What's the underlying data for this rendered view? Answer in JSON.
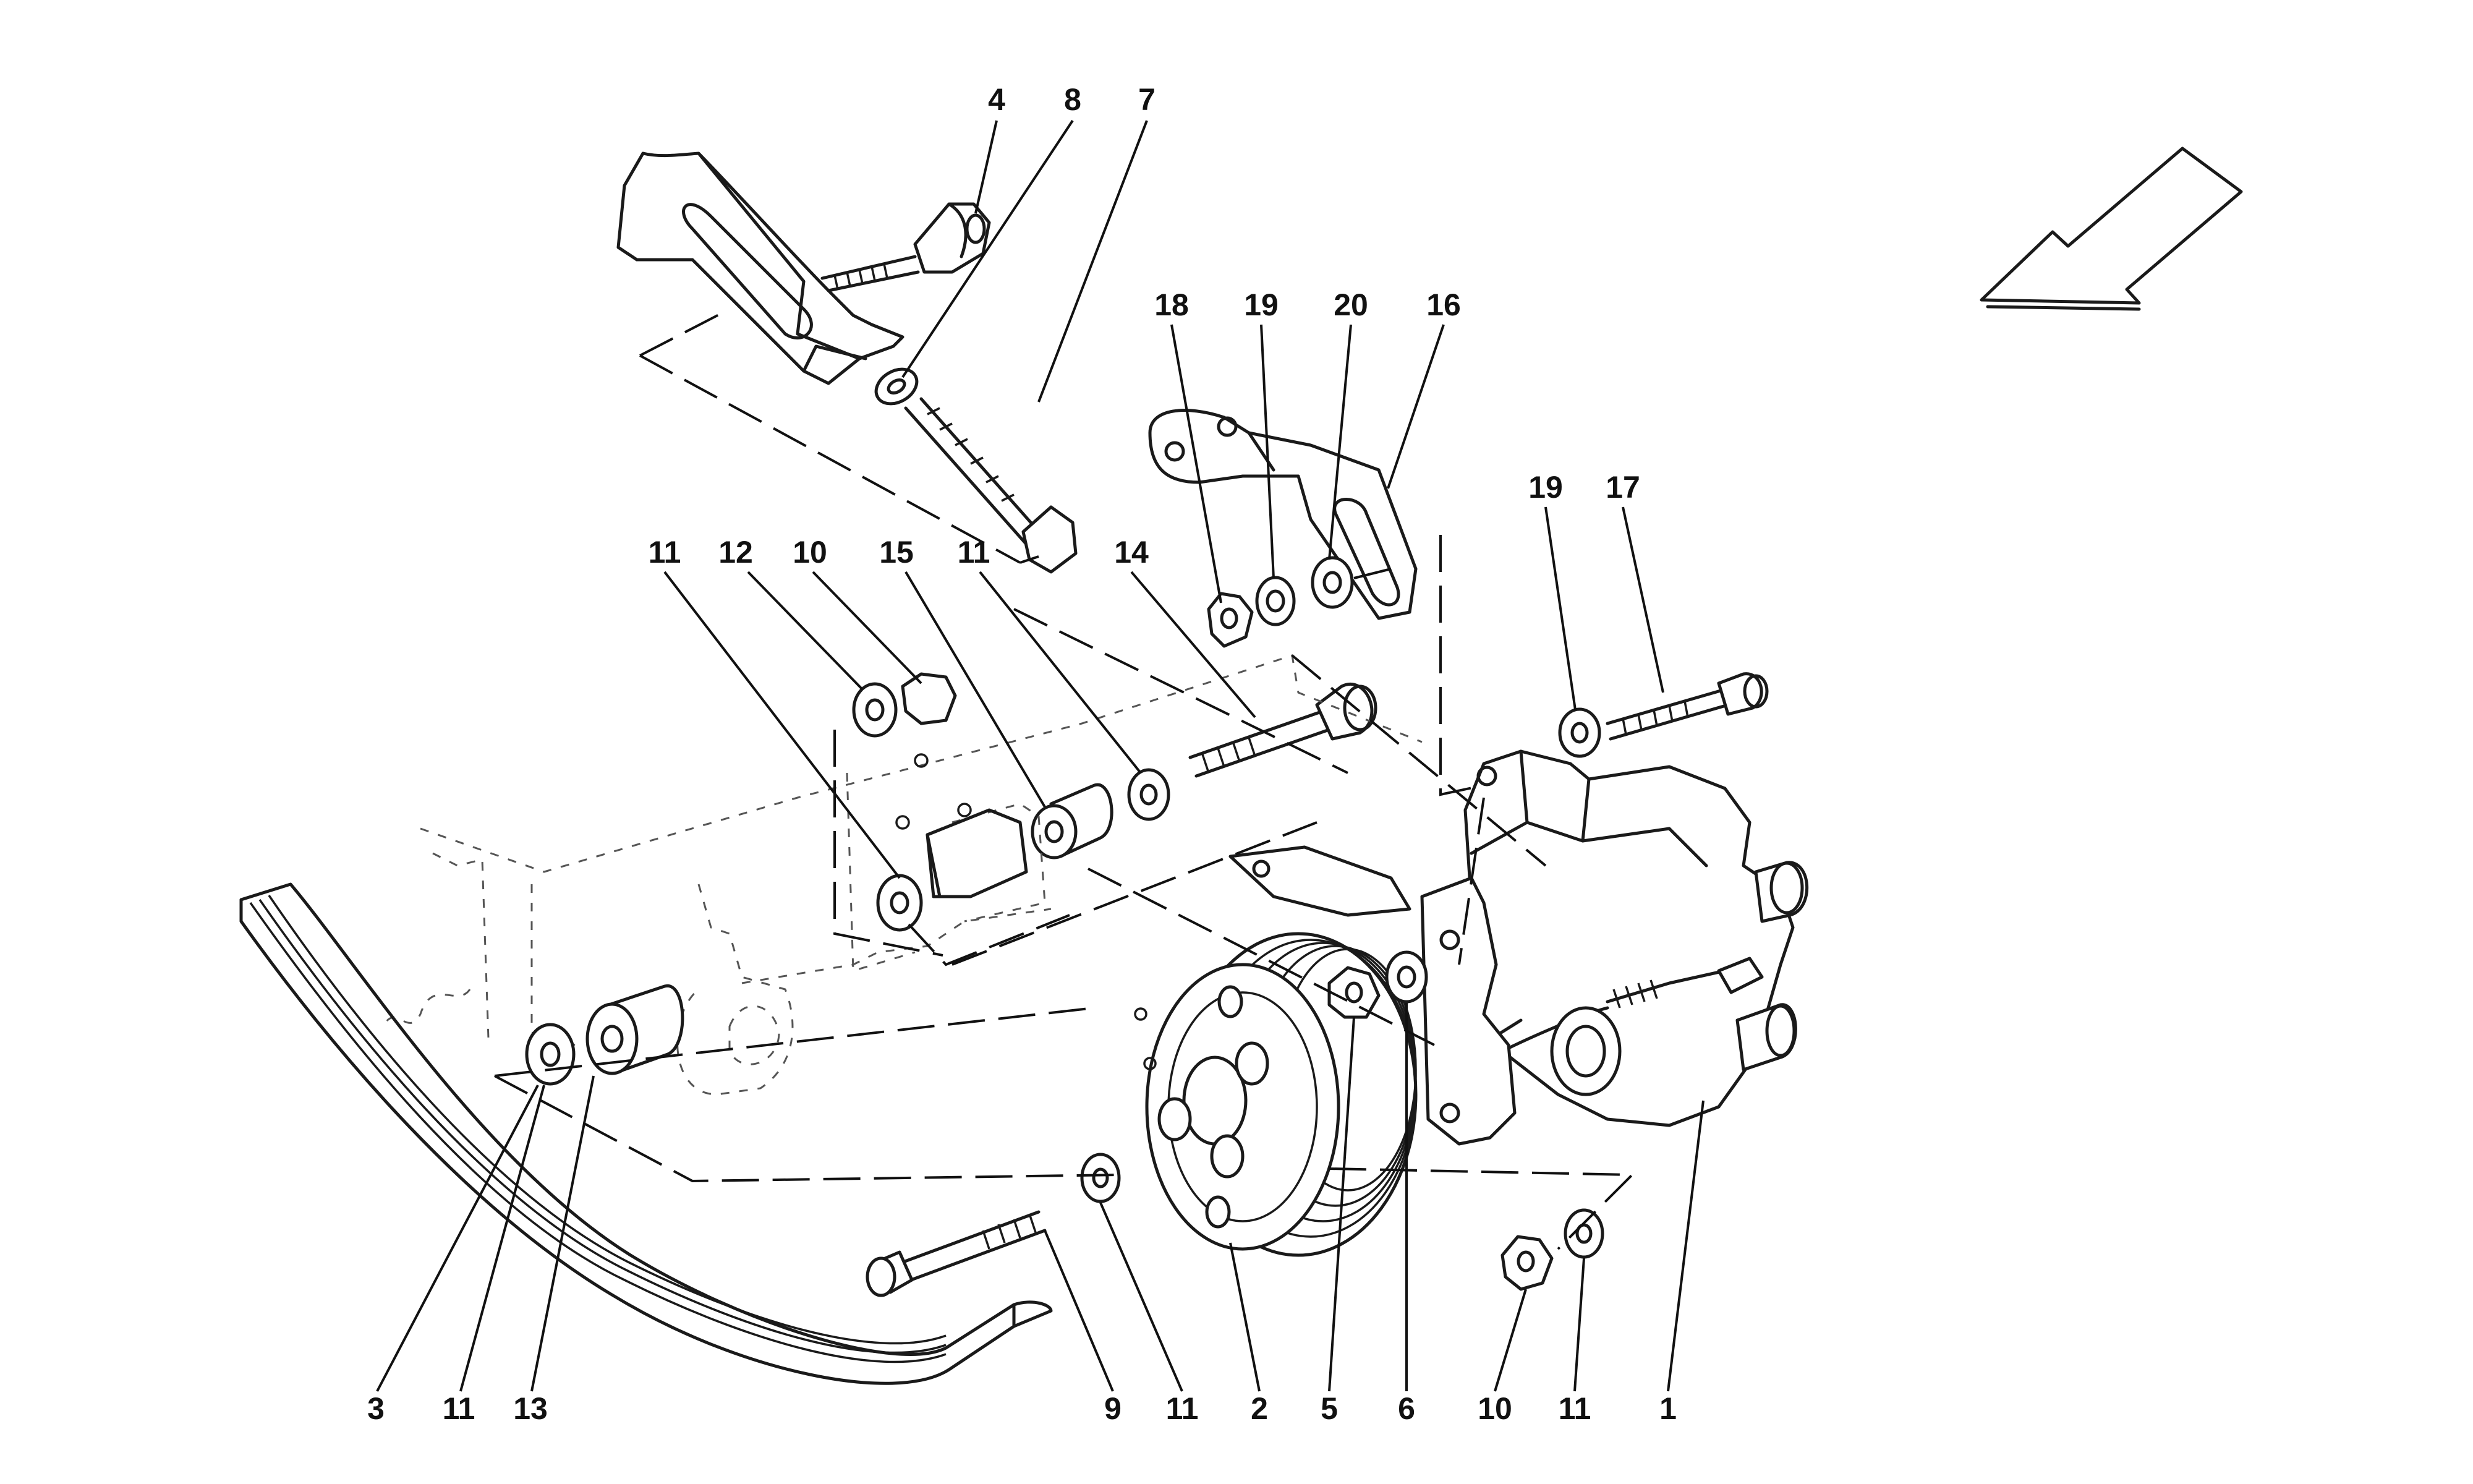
{
  "diagram": {
    "description": "",
    "callouts": [
      "1",
      "2",
      "3",
      "4",
      "5",
      "6",
      "7",
      "8",
      "9",
      "10",
      "11",
      "12",
      "13",
      "14",
      "15",
      "16",
      "17",
      "18",
      "19",
      "20"
    ],
    "labels": {
      "top": {
        "a4": "4",
        "a8": "8",
        "a7": "7"
      },
      "bracket": {
        "a18": "18",
        "a19": "19",
        "a20": "20",
        "a16": "16",
        "b19": "19",
        "a17": "17"
      },
      "middle": {
        "m11a": "11",
        "m12": "12",
        "m10": "10",
        "m15": "15",
        "m11b": "11",
        "m14": "14"
      },
      "bottom": {
        "b3": "3",
        "b11a": "11",
        "b13": "13",
        "b9": "9",
        "b11b": "11",
        "b2": "2",
        "b5": "5",
        "b6": "6",
        "b10": "10",
        "b11c": "11",
        "b1": "1"
      }
    }
  }
}
